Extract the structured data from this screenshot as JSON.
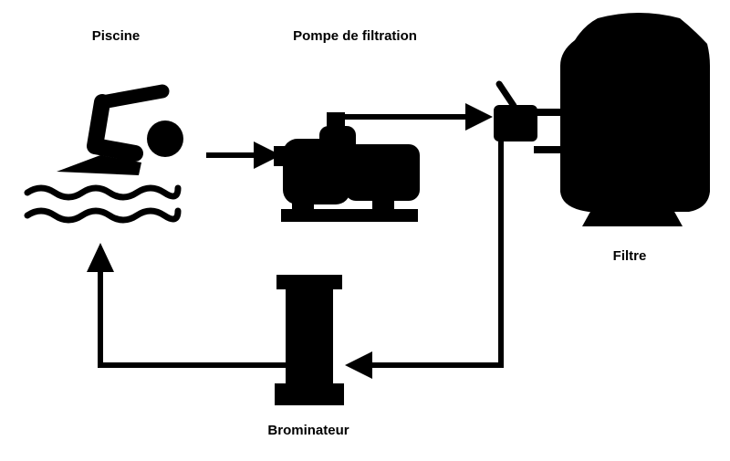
{
  "labels": {
    "pool": "Piscine",
    "pump": "Pompe de filtration",
    "filter": "Filtre",
    "brominator": "Brominateur"
  },
  "icons": {
    "pool": "swimmer-icon",
    "pump": "pump-icon",
    "filter": "sand-filter-icon",
    "brominator": "brominator-icon",
    "valve": "multiport-valve-icon"
  },
  "colors": {
    "ink": "#000000",
    "background": "#ffffff"
  }
}
